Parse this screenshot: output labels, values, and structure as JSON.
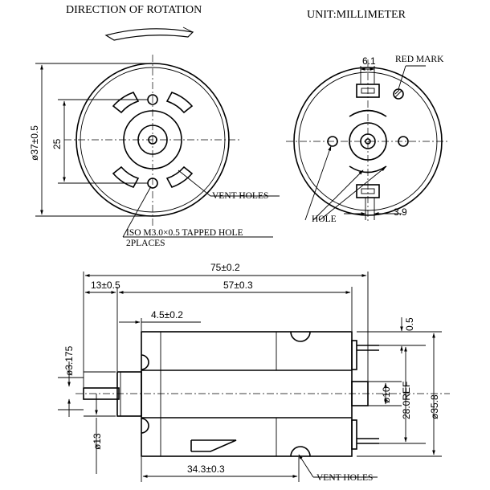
{
  "header": {
    "direction": "DIRECTION OF ROTATION",
    "unit": "UNIT:MILLIMETER"
  },
  "front_view": {
    "diameter": "ø37±0.5",
    "height_dim": "25",
    "vent_holes": "VENT HOLES",
    "tapped_hole_line1": "ISO M3.0×0.5 TAPPED HOLE",
    "tapped_hole_line2": "2PLACES"
  },
  "rear_view": {
    "width_dim": "6.1",
    "red_mark": "RED MARK",
    "hole": "HOLE",
    "terminal_dim": "3.9"
  },
  "side_view": {
    "overall_length": "75±0.2",
    "front_length": "13±0.5",
    "body_length": "57±0.3",
    "boss_length": "4.5±0.2",
    "top_gap": "0.5",
    "shaft_dia": "ø3.175",
    "boss_dia": "ø13",
    "bush_dia": "ø10",
    "ref_dim": "28.0REF",
    "body_dia": "ø35.8",
    "lower_length": "34.3±0.3",
    "vent_holes": "VENT HOLES"
  },
  "colors": {
    "line": "#000000",
    "background": "#ffffff"
  }
}
